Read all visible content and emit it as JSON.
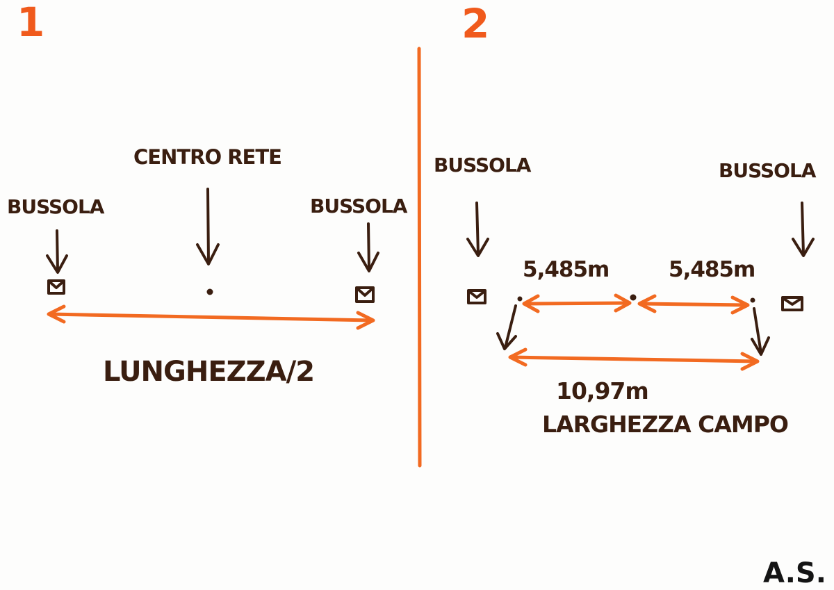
{
  "panel1": {
    "number": "1",
    "label_center": "CENTRO RETE",
    "label_left": "BUSSOLA",
    "label_right": "BUSSOLA",
    "label_length": "LUNGHEZZA/2"
  },
  "panel2": {
    "number": "2",
    "label_left": "BUSSOLA",
    "label_right": "BUSSOLA",
    "distance_left": "5,485m",
    "distance_right": "5,485m",
    "distance_total": "10,97m",
    "label_width": "LARGHEZZA CAMPO"
  },
  "signature": "A.S.",
  "colors": {
    "ink": "#3a1e10",
    "accent": "#f26a21"
  }
}
